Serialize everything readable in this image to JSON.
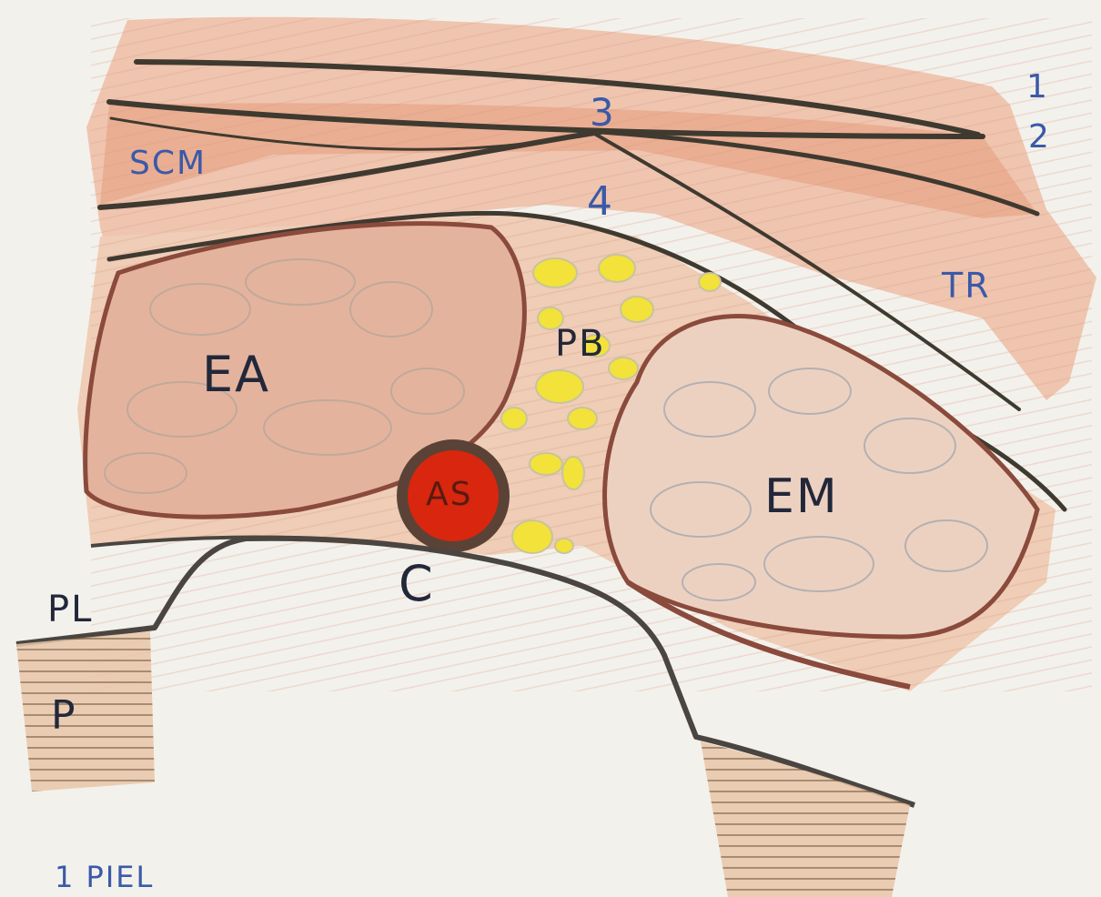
{
  "labels": {
    "n1": "1",
    "n2": "2",
    "n3": "3",
    "n4": "4",
    "scm": "SCM",
    "tr": "TR",
    "ea": "EA",
    "em": "EM",
    "pb": "PB",
    "as": "AS",
    "c": "C",
    "pl": "PL",
    "p": "P",
    "legend_first": "1 PIEL"
  },
  "colors": {
    "paper": "#f3f1ec",
    "tissue": "#e9b9a2",
    "fascia": "#4a4238",
    "label_blue": "#3a5aa8",
    "label_dark": "#22283a",
    "nerve_yellow": "#f2e23a",
    "artery_red": "#d8260f"
  }
}
